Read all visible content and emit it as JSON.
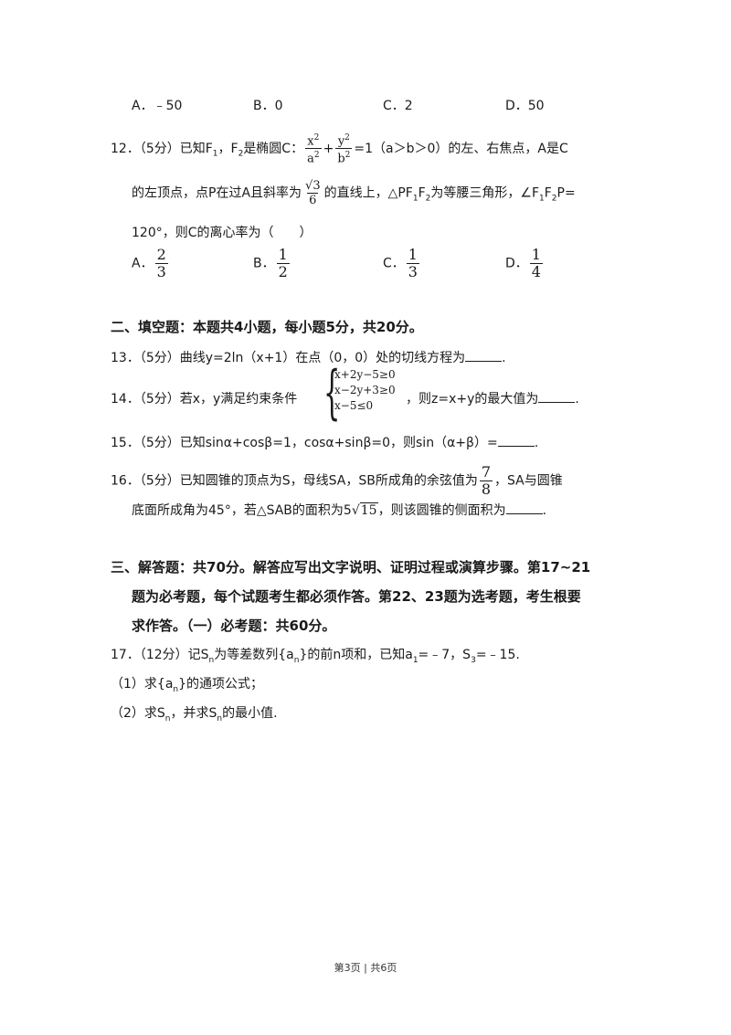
{
  "q11_options": {
    "a": "A．﹣50",
    "b": "B．0",
    "c": "C．2",
    "d": "D．50"
  },
  "q12": {
    "prefix": "12．（5分）已知F",
    "sub1": "1",
    "mid1": "，F",
    "sub2": "2",
    "mid2": "是椭圆C：",
    "ellipse_x_num": "x",
    "ellipse_x_den": "a",
    "ellipse_y_num": "y",
    "ellipse_y_den": "b",
    "exp": "2",
    "plus": "+",
    "tail": "=1（a＞b＞0）的左、右焦点，A是C",
    "line2_pre": "的左顶点，点P在过A且斜率为",
    "slope_num": "√3",
    "slope_den": "6",
    "line2_post": "的直线上，△PF",
    "line2_sub1": "1",
    "line2_mid": "F",
    "line2_sub2": "2",
    "line2_post2": "为等腰三角形，∠F",
    "line2_sub3": "1",
    "line2_mid3": "F",
    "line2_sub4": "2",
    "line2_end": "P=",
    "line3": "120°，则C的离心率为（　　）",
    "opt_a_label": "A．",
    "opt_a_num": "2",
    "opt_a_den": "3",
    "opt_b_label": "B．",
    "opt_b_num": "1",
    "opt_b_den": "2",
    "opt_c_label": "C．",
    "opt_c_num": "1",
    "opt_c_den": "3",
    "opt_d_label": "D．",
    "opt_d_num": "1",
    "opt_d_den": "4"
  },
  "section2_title": "二、填空题：本题共4小题，每小题5分，共20分。",
  "q13": "13．（5分）曲线y=2ln（x+1）在点（0，0）处的切线方程为",
  "q13_end": ".",
  "q14": {
    "pre": "14．（5分）若x，y满足约束条件",
    "c1": "x+2y−5≥0",
    "c2": "x−2y+3≥0",
    "c3": "x−5≤0",
    "post": "，则z=x+y的最大值为",
    "end": "."
  },
  "q15": "15．（5分）已知sinα+cosβ=1，cosα+sinβ=0，则sin（α+β）=",
  "q15_end": ".",
  "q16": {
    "line1_pre": "16．（5分）已知圆锥的顶点为S，母线SA，SB所成角的余弦值为",
    "frac_num": "7",
    "frac_den": "8",
    "line1_post": "，SA与圆锥",
    "line2_pre": "底面所成角为45°，若△SAB的面积为5",
    "sqrt_val": "15",
    "line2_post": "，则该圆锥的侧面积为",
    "end": "."
  },
  "section3": {
    "line1": "三、解答题：共70分。解答应写出文字说明、证明过程或演算步骤。第17~21",
    "line2": "题为必考题，每个试题考生都必须作答。第22、23题为选考题，考生根要",
    "line3": "求作答。（一）必考题：共60分。"
  },
  "q17": {
    "pre": "17．（12分）记S",
    "s_sub": "n",
    "mid": "为等差数列{a",
    "a_sub": "n",
    "mid2": "}的前n项和，已知a",
    "a1_sub": "1",
    "mid3": "=﹣7，S",
    "s3_sub": "3",
    "end": "=﹣15.",
    "p1_pre": "（1）求{a",
    "p1_sub": "n",
    "p1_post": "}的通项公式；",
    "p2_pre": "（2）求S",
    "p2_sub": "n",
    "p2_mid": "，并求S",
    "p2_sub2": "n",
    "p2_post": "的最小值."
  },
  "footer": "第3页 | 共6页"
}
